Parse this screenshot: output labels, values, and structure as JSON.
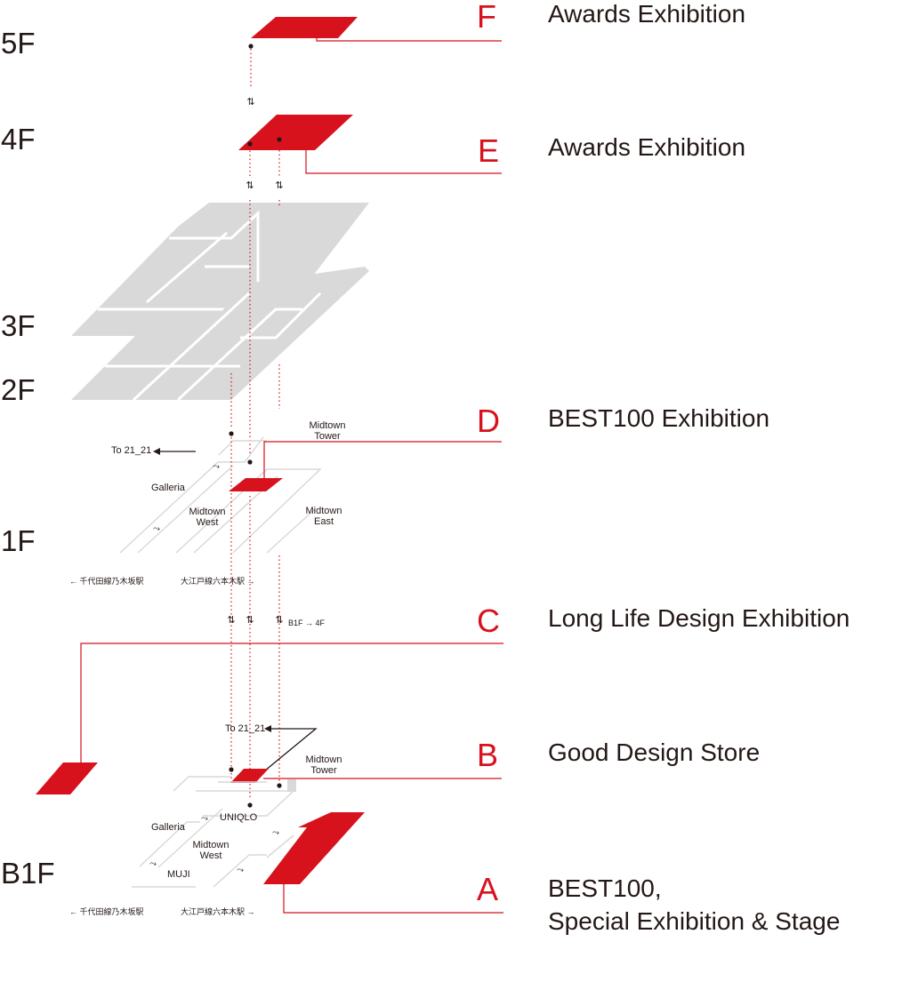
{
  "floors": {
    "f5": "5F",
    "f4": "4F",
    "f3": "3F",
    "f2": "2F",
    "f1": "1F",
    "b1": "B1F"
  },
  "zones": [
    {
      "letter": "F",
      "label": "Awards Exhibition"
    },
    {
      "letter": "E",
      "label": "Awards Exhibition"
    },
    {
      "letter": "D",
      "label": "BEST100 Exhibition"
    },
    {
      "letter": "C",
      "label": "Long Life Design Exhibition"
    },
    {
      "letter": "B",
      "label": "Good Design Store"
    },
    {
      "letter": "A",
      "label_line1": "BEST100,",
      "label_line2": "Special Exhibition & Stage"
    }
  ],
  "floor1": {
    "to_2121": "To 21_21",
    "midtown_tower_1": "Midtown",
    "midtown_tower_2": "Tower",
    "galleria": "Galleria",
    "midtown_west_1": "Midtown",
    "midtown_west_2": "West",
    "midtown_east_1": "Midtown",
    "midtown_east_2": "East",
    "station_left": "← 千代田線乃木坂駅",
    "station_right": "大江戸線六本木駅 →"
  },
  "elevator_note": "B1F → 4F",
  "floorB1": {
    "to_2121": "To 21_21",
    "midtown_tower_1": "Midtown",
    "midtown_tower_2": "Tower",
    "uniqlo": "UNIQLO",
    "galleria": "Galleria",
    "midtown_west_1": "Midtown",
    "midtown_west_2": "West",
    "muji": "MUJI",
    "station_left": "← 千代田線乃木坂駅",
    "station_right": "大江戸線六本木駅 →"
  },
  "colors": {
    "accent": "#d7121d",
    "gray_floor": "#d9d9d9",
    "text": "#231815"
  }
}
